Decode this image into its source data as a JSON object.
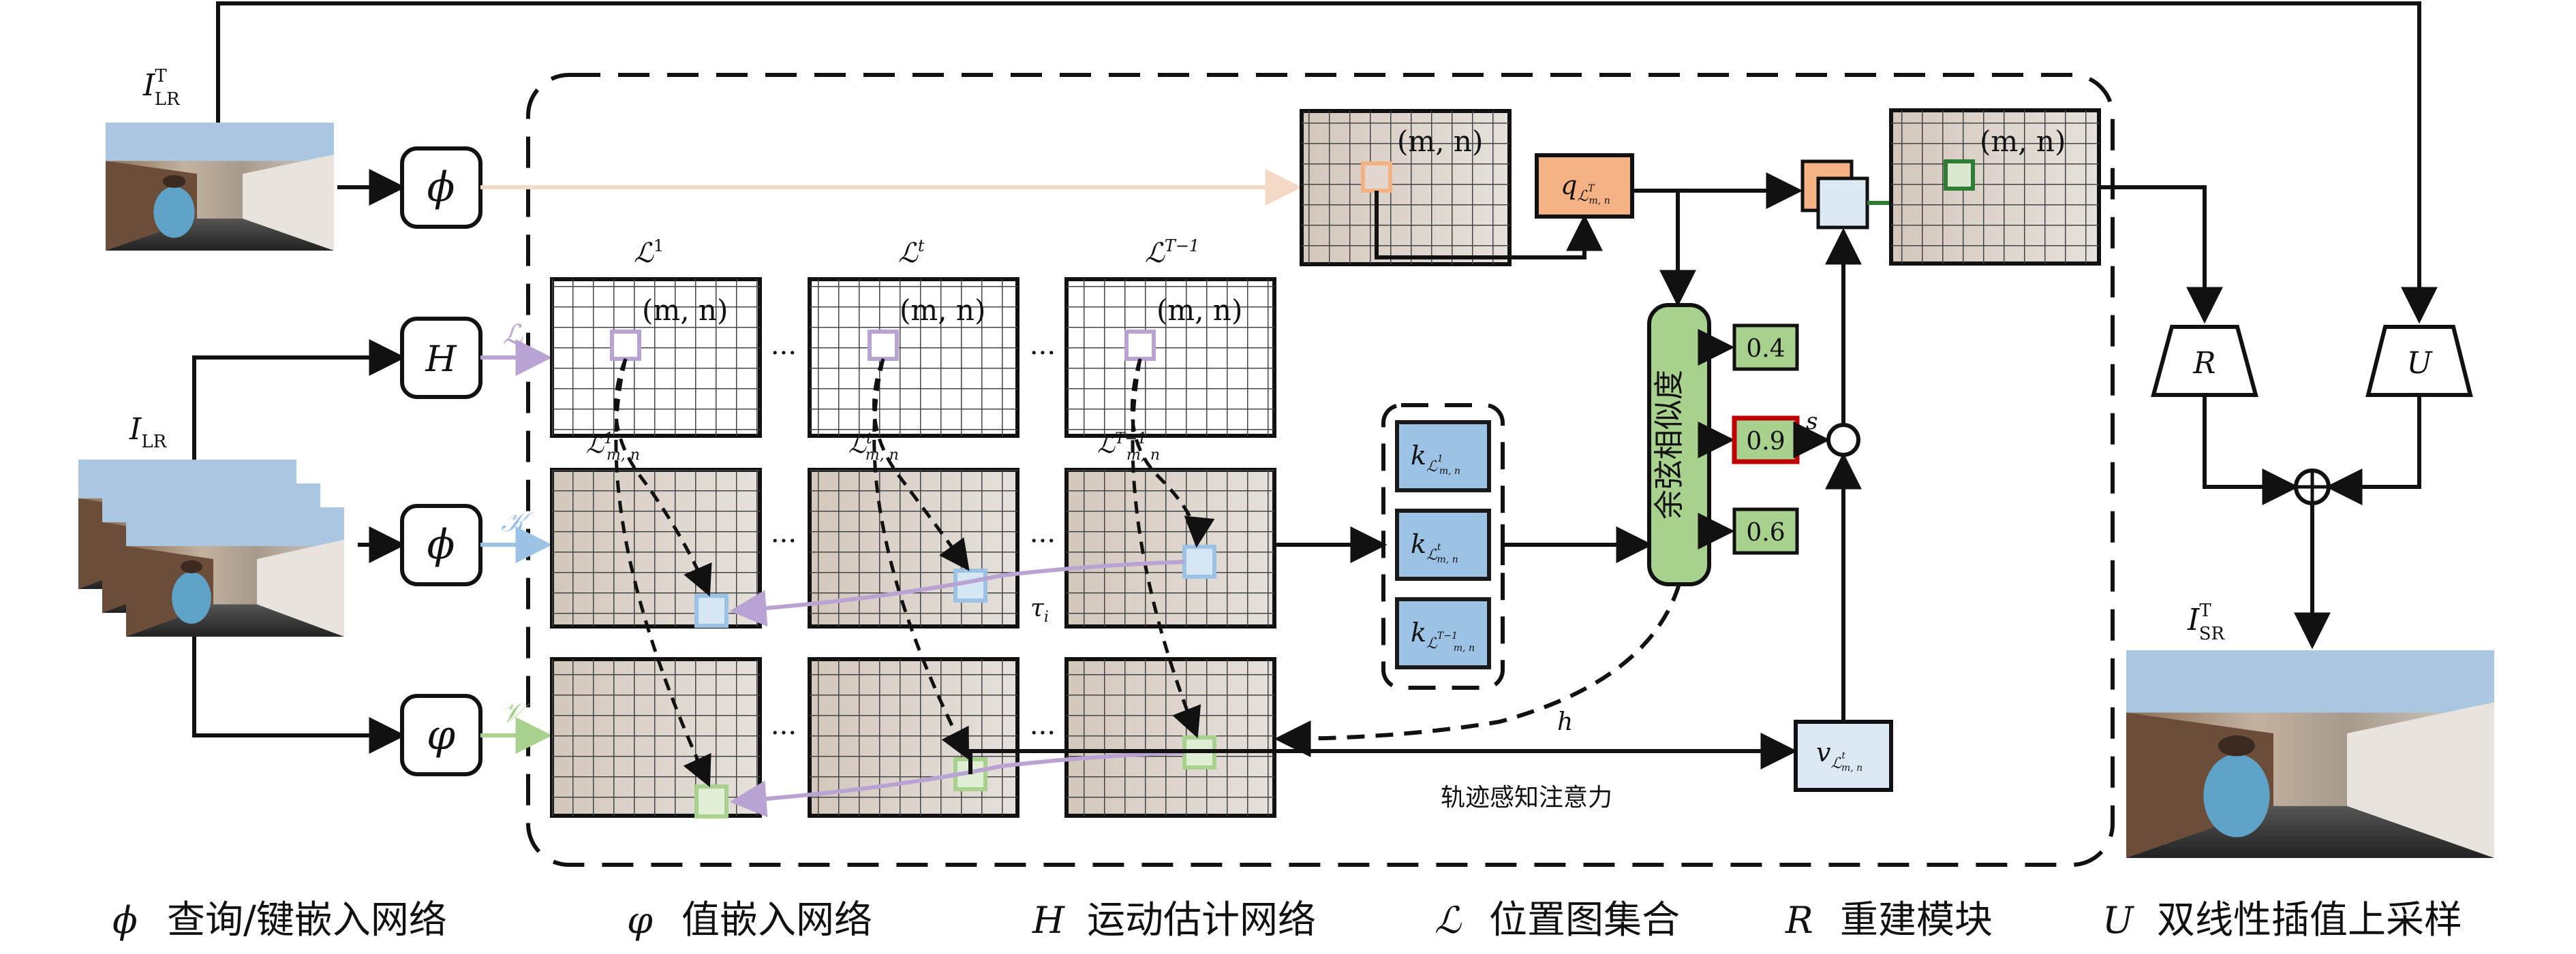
{
  "colors": {
    "line": "#111111",
    "trajectory": "#b9a3d3",
    "key_blue": "#9cc3e6",
    "key_border": "#1a1a1a",
    "value_green": "#a9d18e",
    "query_salmon": "#f4b183",
    "highlight_red": "#c00000",
    "module_green": "#a9d18e",
    "output_green": "#2e7d32",
    "light_blue_box": "#dce9f5",
    "frame_bg": "#cfc7bf",
    "faded_arrow": "#f3d9c6"
  },
  "icons": {
    "target_lr_image": "street-photo-hanbok",
    "input_lr_stack": "street-photo-stack",
    "output_sr_image": "street-photo-hanbok-sr"
  },
  "labels": {
    "target_lr": "I",
    "target_lr_sup": "T",
    "target_lr_sub": "LR",
    "input_lr": "I",
    "input_lr_sub": "LR",
    "output_sr": "I",
    "output_sr_sup": "T",
    "output_sr_sub": "SR"
  },
  "operators": {
    "phi": "ϕ",
    "varphi": "φ",
    "H": "H",
    "R": "R",
    "U": "U",
    "plus": "⊕",
    "circle": "○"
  },
  "stream_labels": {
    "location": "ℒ",
    "key": "𝒦",
    "value": "𝒱"
  },
  "location_maps": {
    "headers": [
      "ℒ",
      "ℒ",
      "ℒ"
    ],
    "header_sups": [
      "1",
      "t",
      "T−1"
    ],
    "point_label": "(m, n)",
    "track_labels": [
      "ℒ",
      "ℒ",
      "ℒ"
    ],
    "track_sups": [
      "1",
      "t",
      "T−1"
    ],
    "track_subs": [
      "m, n",
      "m, n",
      "m, n"
    ],
    "ellipsis": "···"
  },
  "query": {
    "label": "q",
    "sub": "ℒ",
    "sub_sup": "T",
    "sub_sub": "m, n",
    "point_label": "(m, n)"
  },
  "keys": [
    {
      "label": "k",
      "sup": "1"
    },
    {
      "label": "k",
      "sup": "t"
    },
    {
      "label": "k",
      "sup": "T−1"
    }
  ],
  "key_sub_prefix": "ℒ",
  "key_sub_suffix": "m, n",
  "cosine_module": "余弦相似度",
  "scores": [
    "0.4",
    "0.9",
    "0.6"
  ],
  "score_var": "s",
  "value_box": {
    "label": "v",
    "sub": "ℒ",
    "sup": "t",
    "subsub": "m, n"
  },
  "tau": "τ",
  "tau_sub": "i",
  "h_label": "h",
  "attention_caption": "轨迹感知注意力",
  "output_point_label": "(m, n)",
  "legend": [
    {
      "symbol": "ϕ",
      "text": "查询/键嵌入网络"
    },
    {
      "symbol": "φ",
      "text": "值嵌入网络"
    },
    {
      "symbol": "H",
      "text": "运动估计网络"
    },
    {
      "symbol": "ℒ",
      "text": "位置图集合"
    },
    {
      "symbol": "R",
      "text": "重建模块"
    },
    {
      "symbol": "U",
      "text": "双线性插值上采样"
    }
  ]
}
